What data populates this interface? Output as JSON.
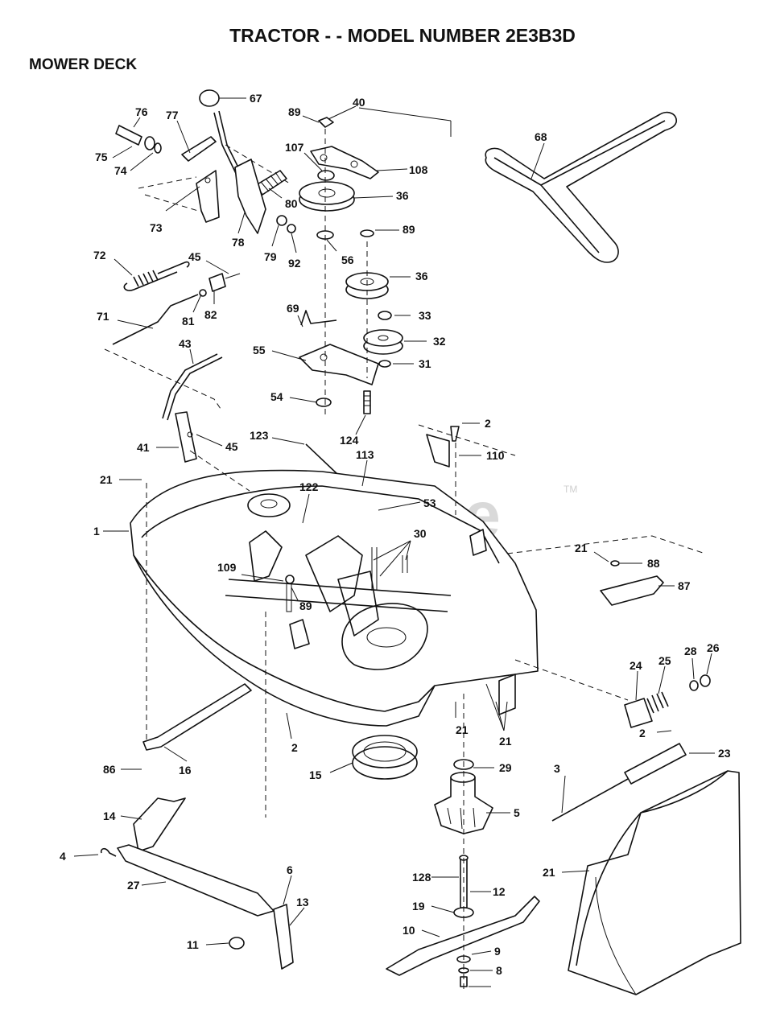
{
  "header": {
    "title": "TRACTOR - - MODEL NUMBER 2E3B3D",
    "section": "MOWER DECK"
  },
  "watermark": {
    "text": "PartsTree",
    "tm": "TM"
  },
  "callouts": [
    "67",
    "76",
    "77",
    "89",
    "40",
    "75",
    "74",
    "107",
    "108",
    "68",
    "80",
    "36",
    "73",
    "78",
    "79",
    "92",
    "89",
    "56",
    "72",
    "45",
    "36",
    "81",
    "82",
    "33",
    "71",
    "69",
    "32",
    "43",
    "55",
    "31",
    "54",
    "2",
    "124",
    "123",
    "41",
    "45",
    "113",
    "110",
    "21",
    "122",
    "53",
    "1",
    "30",
    "21",
    "88",
    "109",
    "89",
    "87",
    "24",
    "25",
    "28",
    "26",
    "21",
    "2",
    "21",
    "23",
    "2",
    "86",
    "16",
    "15",
    "29",
    "3",
    "14",
    "5",
    "4",
    "6",
    "27",
    "21",
    "13",
    "128",
    "12",
    "19",
    "11",
    "10",
    "9",
    "8"
  ]
}
